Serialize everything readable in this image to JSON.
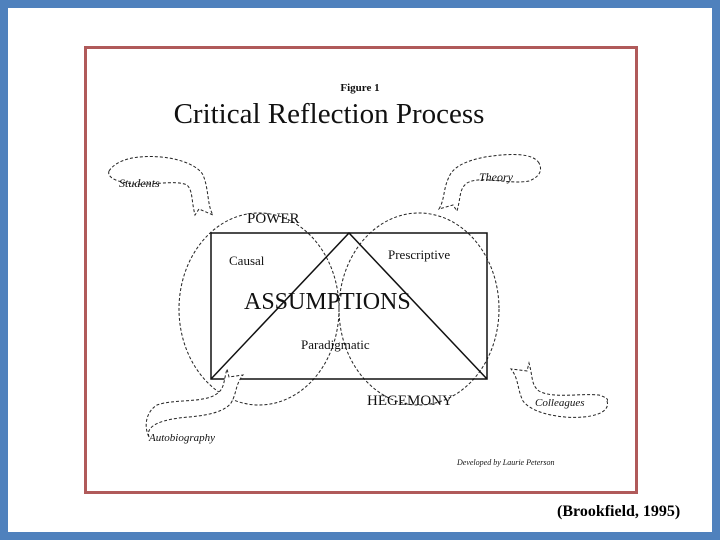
{
  "figure_label": "Figure 1",
  "title": "Critical Reflection Process",
  "sources": {
    "students": "Students",
    "theory": "Theory",
    "colleagues": "Colleagues",
    "autobiography": "Autobiography"
  },
  "circles": {
    "power": "POWER",
    "hegemony": "HEGEMONY"
  },
  "assumptions": {
    "center": "ASSUMPTIONS",
    "causal": "Causal",
    "prescriptive": "Prescriptive",
    "paradigmatic": "Paradigmatic"
  },
  "credit": "Developed by Laurie Peterson",
  "citation": "(Brookfield, 1995)",
  "colors": {
    "slide_border": "#4f81bd",
    "card_border": "#b05a5a"
  }
}
